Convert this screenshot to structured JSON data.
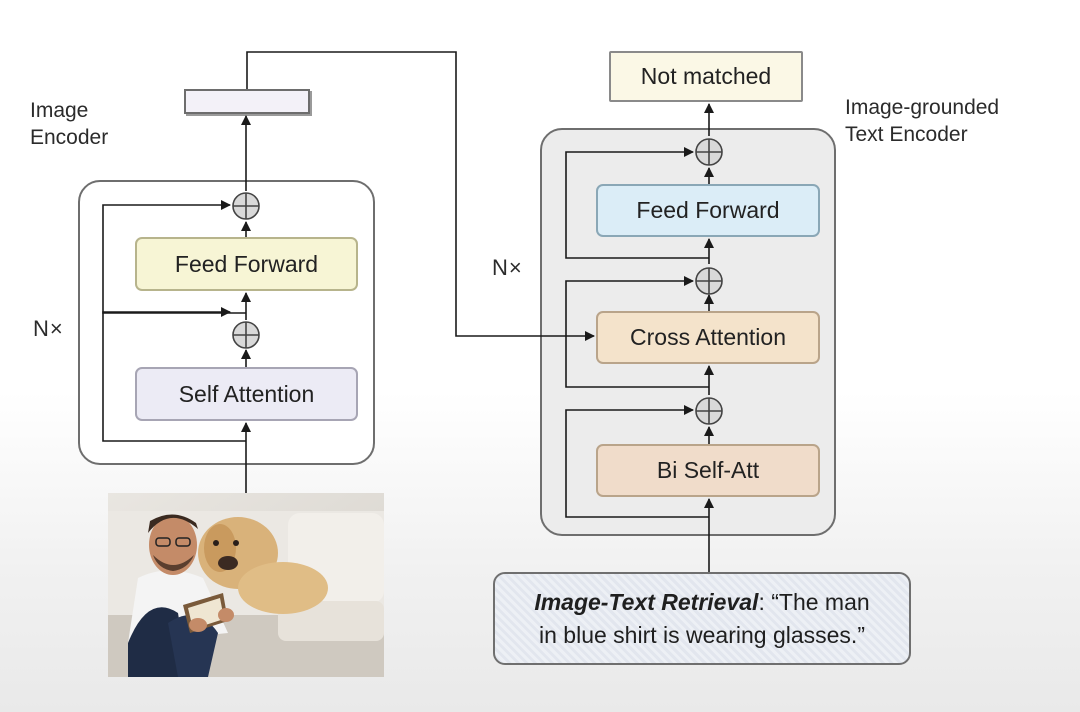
{
  "image_encoder": {
    "label_line1": "Image",
    "label_line2": "Encoder",
    "repeat": "N×",
    "blocks": {
      "feed_forward": "Feed Forward",
      "self_attention": "Self Attention"
    }
  },
  "text_encoder": {
    "label_line1": "Image-grounded",
    "label_line2": "Text Encoder",
    "repeat": "N×",
    "blocks": {
      "feed_forward": "Feed Forward",
      "cross_attention": "Cross Attention",
      "bi_self_att": "Bi Self-Att"
    },
    "output": "Not matched"
  },
  "query": {
    "task": "Image-Text Retrieval",
    "separator": ": ",
    "text_line1": "“The man",
    "text_line2": "in blue shirt is wearing glasses.”"
  },
  "colors": {
    "feed_forward_left": "#f7f5d5",
    "self_attention": "#ecebf5",
    "feed_forward_right": "#dbedf7",
    "cross_attention": "#f4e3cb",
    "bi_self_att": "#f0dcca",
    "output_box": "#fbf8e6"
  },
  "input_image": {
    "subject": "man in blue shirt with glasses reading a book, with a yellow labrador on a sofa"
  }
}
